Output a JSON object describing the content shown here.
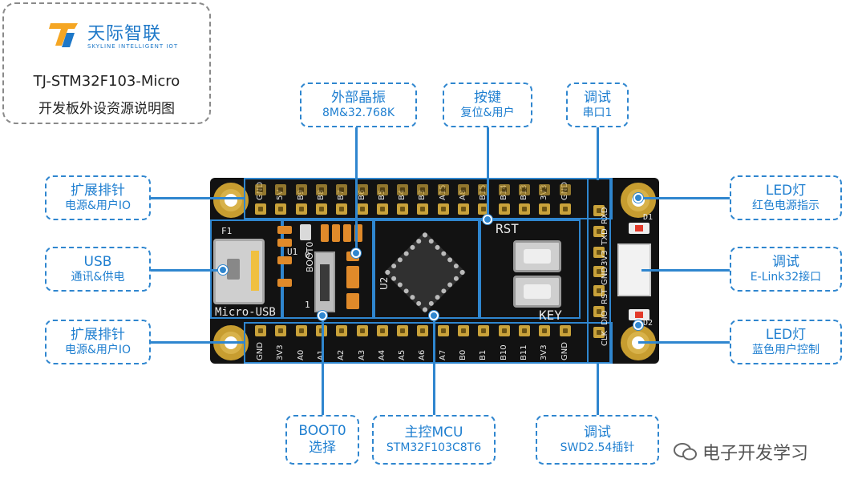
{
  "logo": {
    "brand_name": "天际智联",
    "brand_sub": "SKYLINE INTELLIGENT IOT",
    "title": "TJ-STM32F103-Micro",
    "subtitle": "开发板外设资源说明图"
  },
  "callouts": {
    "crystal": {
      "l1": "外部晶振",
      "l2": "8M&32.768K"
    },
    "keys": {
      "l1": "按键",
      "l2": "复位&用户"
    },
    "uart": {
      "l1": "调试",
      "l2": "串口1"
    },
    "ext_top": {
      "l1": "扩展排针",
      "l2": "电源&用户IO"
    },
    "usb": {
      "l1": "USB",
      "l2": "通讯&供电"
    },
    "ext_bottom": {
      "l1": "扩展排针",
      "l2": "电源&用户IO"
    },
    "led_red": {
      "l1": "LED灯",
      "l2": "红色电源指示"
    },
    "elink": {
      "l1": "调试",
      "l2": "E-Link32接口"
    },
    "led_blue": {
      "l1": "LED灯",
      "l2": "蓝色用户控制"
    },
    "boot0": {
      "l1": "BOOT0",
      "l2": "选择"
    },
    "mcu": {
      "l1": "主控MCU",
      "l2": "STM32F103C8T6"
    },
    "swd": {
      "l1": "调试",
      "l2": "SWD2.54插针"
    }
  },
  "board": {
    "top_pins": [
      "GND",
      "5V",
      "B9",
      "B8",
      "B7",
      "B6",
      "B5",
      "B4",
      "B3",
      "A15",
      "A8",
      "B15",
      "B14",
      "B13",
      "3V3",
      "GND"
    ],
    "bottom_pins": [
      "GND",
      "3V3",
      "A0",
      "A1",
      "A2",
      "A3",
      "A4",
      "A5",
      "A6",
      "A7",
      "B0",
      "B1",
      "B10",
      "B11",
      "3V3",
      "GND"
    ],
    "right_top_pins": [
      "RXD",
      "TXD"
    ],
    "right_mid_pins": [
      "3V3",
      "GND",
      "RST"
    ],
    "right_bottom_pins": [
      "DIO",
      "CLK"
    ],
    "labels": {
      "f1": "F1",
      "u1": "U1",
      "boot0": "BOOT0",
      "boot_0": "0",
      "boot_1": "1",
      "micro_usb": "Micro-USB",
      "rst": "RST",
      "key": "KEY",
      "d1": "D1",
      "d2": "D2",
      "u2": "U2"
    }
  },
  "watermark": "电子开发学习"
}
